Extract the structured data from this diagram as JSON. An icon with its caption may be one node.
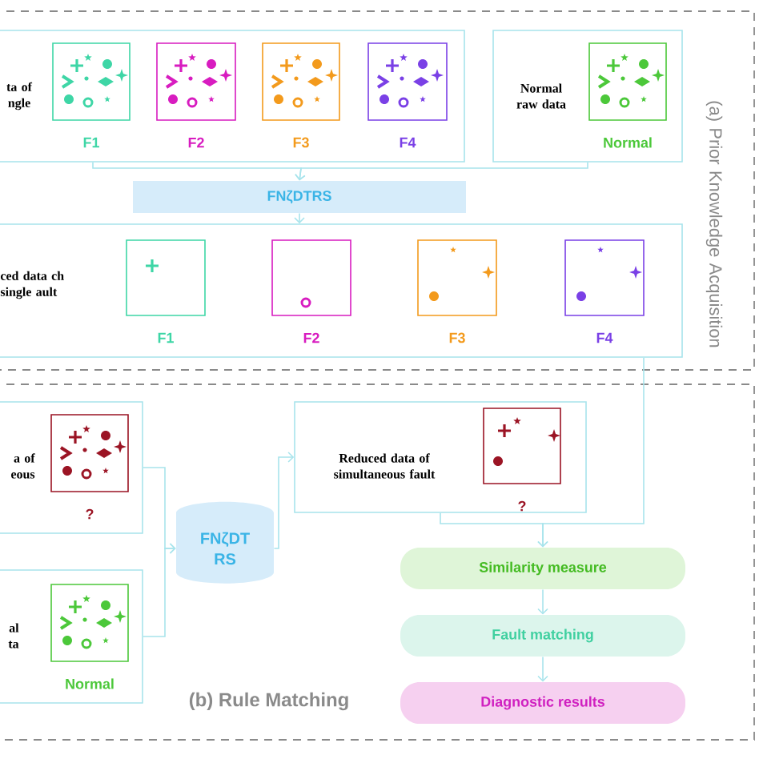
{
  "diagram": {
    "nodes": [
      {
        "text": [
          "ta of ngle"
        ]
      },
      {
        "text": [
          "F1"
        ],
        "in": 0
      },
      {
        "text": [
          "F2"
        ],
        "in": 0
      },
      {
        "text": [
          "F3"
        ],
        "in": 0
      },
      {
        "text": [
          "F4"
        ],
        "in": 0
      },
      {
        "text": [
          "Normal raw data"
        ]
      },
      {
        "text": [
          "Normal"
        ],
        "in": 5
      },
      {
        "text": [
          "FNζDTRS"
        ]
      },
      {
        "text": [
          "ced data ch single ault"
        ]
      },
      {
        "text": [
          "F1"
        ],
        "in": 8
      },
      {
        "text": [
          "F2"
        ],
        "in": 8
      },
      {
        "text": [
          "F3"
        ],
        "in": 8
      },
      {
        "text": [
          "F4"
        ],
        "in": 8
      },
      {
        "text": [
          "a of eous"
        ]
      },
      {
        "text": [
          "?"
        ],
        "in": 13
      },
      {
        "text": [
          "al ta"
        ]
      },
      {
        "text": [
          "Normal"
        ],
        "in": 15
      },
      {
        "text": [
          "FNζDT RS"
        ]
      },
      {
        "text": [
          "Reduced data of simultaneous fault"
        ]
      },
      {
        "text": [
          "?"
        ],
        "in": 18
      },
      {
        "text": [
          "Similarity measure"
        ]
      },
      {
        "text": [
          "Fault matching"
        ]
      },
      {
        "text": [
          "Diagnostic results"
        ]
      }
    ],
    "edges": [
      {
        "from": 0,
        "to": 7,
        "arrow": "to"
      },
      {
        "from": 5,
        "to": 7,
        "arrow": "to"
      },
      {
        "from": 7,
        "to": 8,
        "arrow": "to"
      },
      {
        "from": 13,
        "to": 17,
        "arrow": "to"
      },
      {
        "from": 15,
        "to": 17,
        "arrow": "to"
      },
      {
        "from": 17,
        "to": 18,
        "arrow": "to"
      },
      {
        "from": 18,
        "to": 20,
        "arrow": "to"
      },
      {
        "from": 8,
        "to": 20,
        "arrow": "to"
      },
      {
        "from": 20,
        "to": 21,
        "arrow": "to"
      },
      {
        "from": 21,
        "to": 22,
        "arrow": "to"
      }
    ],
    "labels": [
      "(a) Prior Knowledge Acquisition",
      "(b) Rule Matching"
    ]
  }
}
